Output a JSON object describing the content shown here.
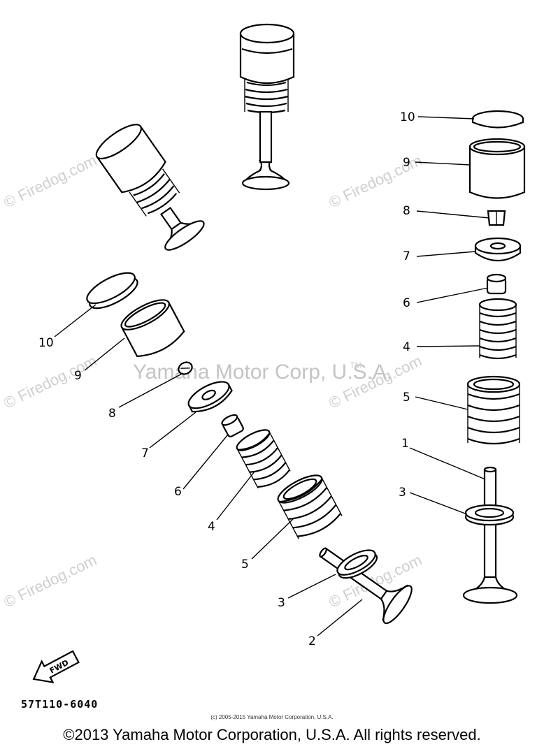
{
  "watermarks": {
    "site": "© Firedog.com",
    "center": "Yamaha Motor Corp, U.S.A.",
    "tm": "TM"
  },
  "callouts": {
    "n1": "1",
    "n2": "2",
    "n3": "3",
    "n4": "4",
    "n5": "5",
    "n6": "6",
    "n7": "7",
    "n8": "8",
    "n9": "9",
    "n10": "10"
  },
  "fwd_label": "FWD",
  "part_number": "57T110-6040",
  "small_copyright": "(c) 2005-2015 Yamaha Motor Corporation, U.S.A.",
  "footer_copyright": "©2013 Yamaha Motor Corporation, U.S.A. All rights reserved."
}
